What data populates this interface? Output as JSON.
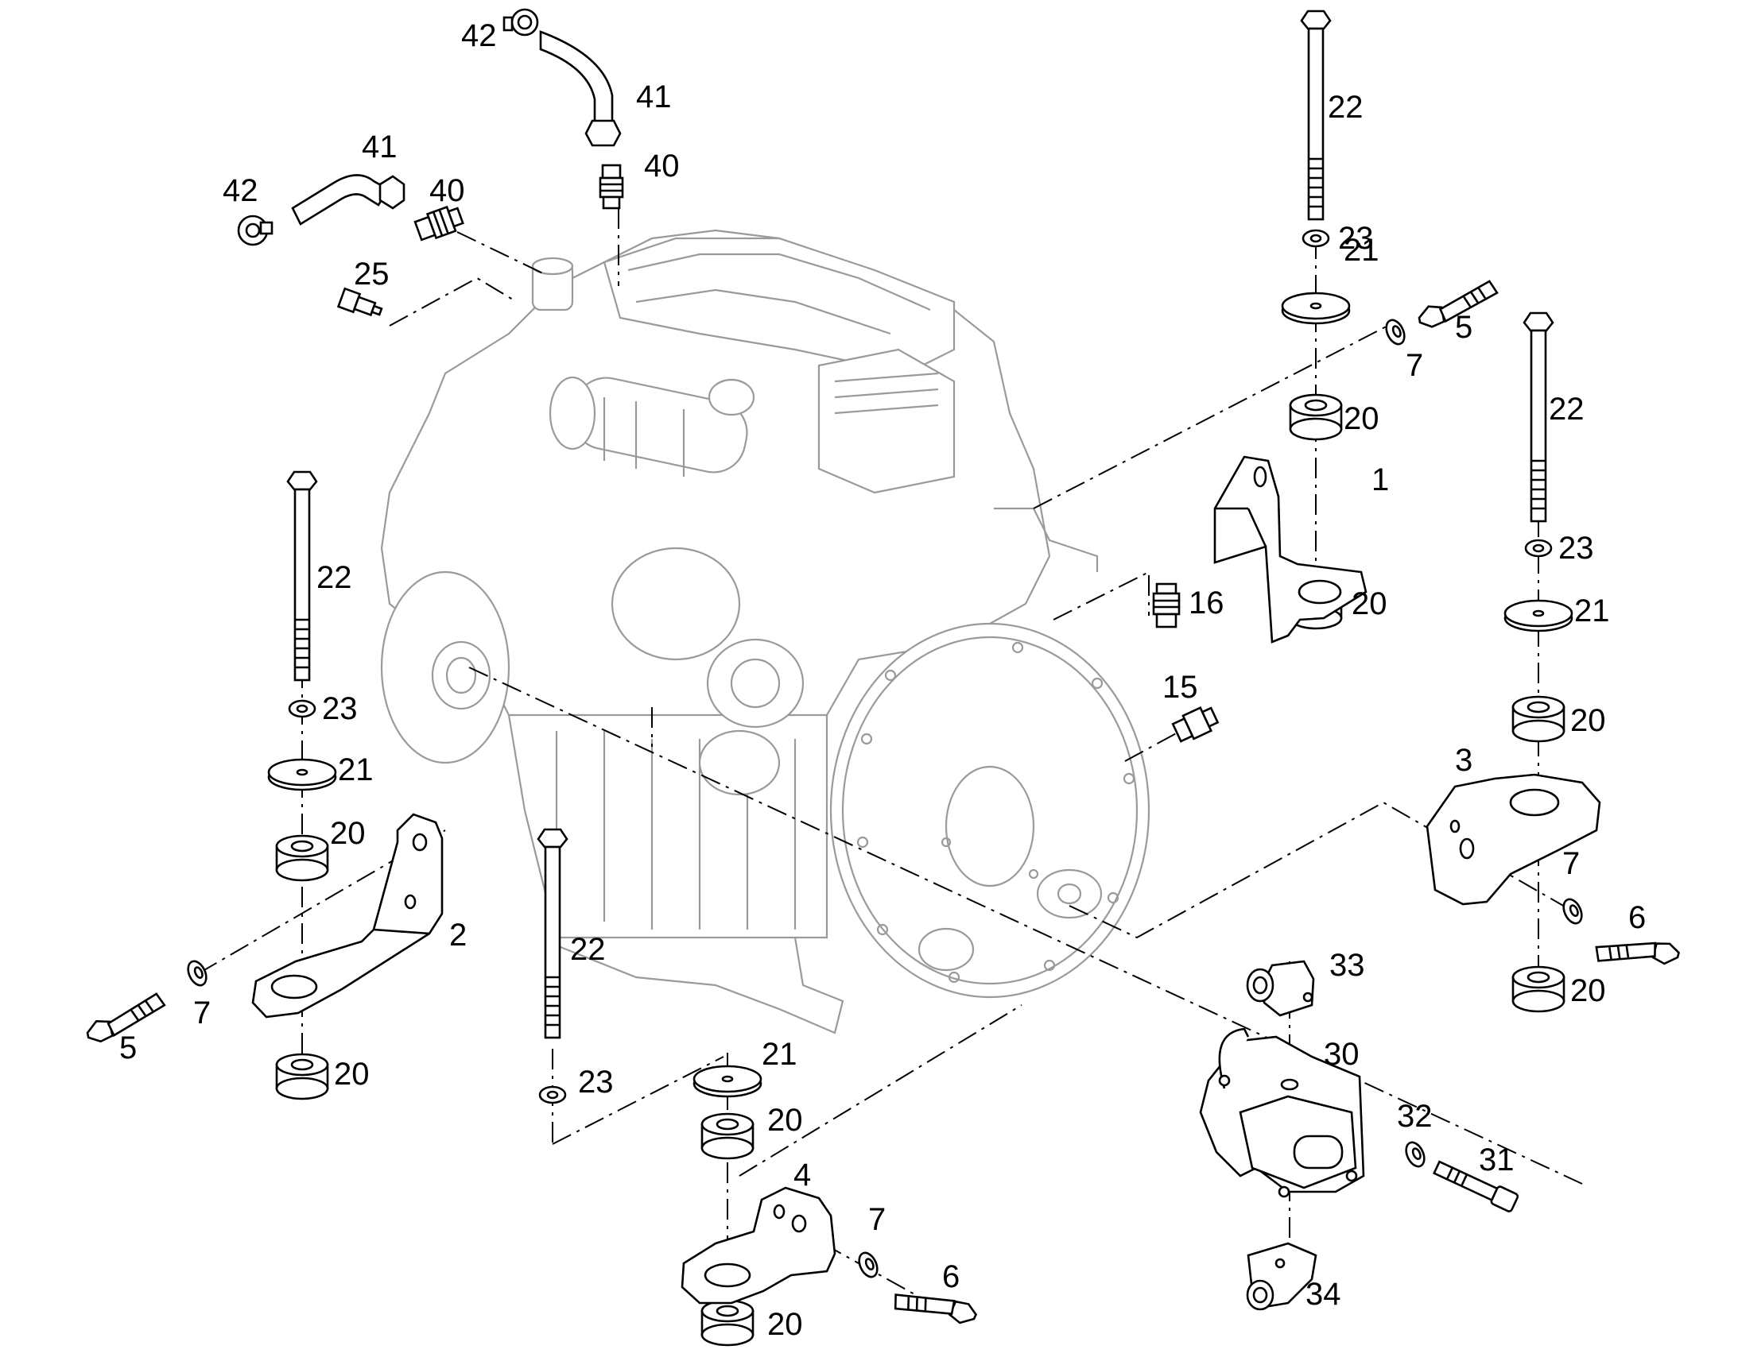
{
  "callouts": [
    {
      "id": "c42a",
      "text": "42"
    },
    {
      "id": "c41a",
      "text": "41"
    },
    {
      "id": "c40a",
      "text": "40"
    },
    {
      "id": "c41b",
      "text": "41"
    },
    {
      "id": "c42b",
      "text": "42"
    },
    {
      "id": "c40b",
      "text": "40"
    },
    {
      "id": "c25",
      "text": "25"
    },
    {
      "id": "c22a",
      "text": "22"
    },
    {
      "id": "c23a",
      "text": "23"
    },
    {
      "id": "c21a",
      "text": "21"
    },
    {
      "id": "c5a",
      "text": "5"
    },
    {
      "id": "c7a",
      "text": "7"
    },
    {
      "id": "c20a",
      "text": "20"
    },
    {
      "id": "c1",
      "text": "1"
    },
    {
      "id": "c20b",
      "text": "20"
    },
    {
      "id": "c16",
      "text": "16"
    },
    {
      "id": "c22b",
      "text": "22"
    },
    {
      "id": "c23b",
      "text": "23"
    },
    {
      "id": "c21b",
      "text": "21"
    },
    {
      "id": "c20c",
      "text": "20"
    },
    {
      "id": "c15",
      "text": "15"
    },
    {
      "id": "c3",
      "text": "3"
    },
    {
      "id": "c7b",
      "text": "7"
    },
    {
      "id": "c6a",
      "text": "6"
    },
    {
      "id": "c20d",
      "text": "20"
    },
    {
      "id": "c22c",
      "text": "22"
    },
    {
      "id": "c23c",
      "text": "23"
    },
    {
      "id": "c21c",
      "text": "21"
    },
    {
      "id": "c20e",
      "text": "20"
    },
    {
      "id": "c2",
      "text": "2"
    },
    {
      "id": "c7c",
      "text": "7"
    },
    {
      "id": "c5b",
      "text": "5"
    },
    {
      "id": "c20f",
      "text": "20"
    },
    {
      "id": "c22d",
      "text": "22"
    },
    {
      "id": "c23d",
      "text": "23"
    },
    {
      "id": "c21d",
      "text": "21"
    },
    {
      "id": "c20g",
      "text": "20"
    },
    {
      "id": "c4",
      "text": "4"
    },
    {
      "id": "c7d",
      "text": "7"
    },
    {
      "id": "c6b",
      "text": "6"
    },
    {
      "id": "c20h",
      "text": "20"
    },
    {
      "id": "c33",
      "text": "33"
    },
    {
      "id": "c30",
      "text": "30"
    },
    {
      "id": "c32",
      "text": "32"
    },
    {
      "id": "c31",
      "text": "31"
    },
    {
      "id": "c34",
      "text": "34"
    }
  ]
}
